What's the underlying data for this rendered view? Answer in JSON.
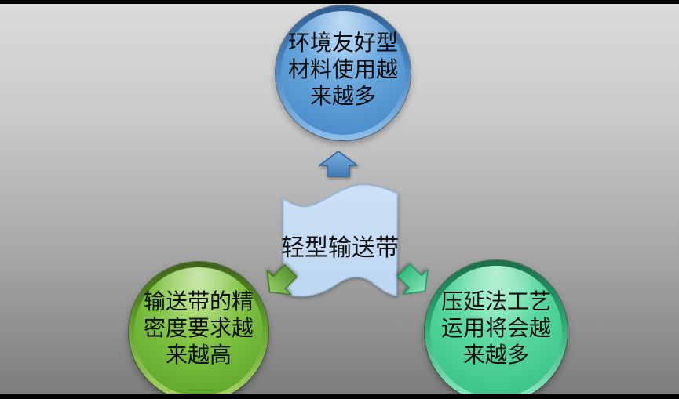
{
  "canvas": {
    "letterbox_color": "#000000",
    "background_top": "#dbdbdb",
    "background_bottom": "#7b7b7b"
  },
  "center_shape": {
    "shape": "wave",
    "label": "轻型输送带",
    "fill": "#c3daf2",
    "border": "#93bbe0",
    "text_color": "#111111"
  },
  "nodes": {
    "top": {
      "shape": "circle",
      "text": "环境友好型材料使用越来越多",
      "lines": [
        "环境友好型",
        "材料使用越",
        "来越多"
      ],
      "fill": "#4f94d5"
    },
    "bottom_left": {
      "shape": "circle",
      "text": "输送带的精密度要求越来越高",
      "lines": [
        "输送带的精",
        "密度要求越",
        "来越高"
      ],
      "fill": "#61ac31"
    },
    "bottom_right": {
      "shape": "circle",
      "text": "压延法工艺运用将会越来越多",
      "lines": [
        "压延法工艺",
        "运用将会越",
        "来越多"
      ],
      "fill": "#40cd8d"
    }
  },
  "arrows": {
    "up": {
      "direction": "up",
      "fill": "#5b9bd5",
      "from": "center",
      "to": "top"
    },
    "down_left": {
      "direction": "down-left",
      "fill": "#70ad47",
      "from": "center",
      "to": "bottom_left"
    },
    "down_right": {
      "direction": "down-right",
      "fill": "#4ec998",
      "from": "center",
      "to": "bottom_right"
    }
  }
}
